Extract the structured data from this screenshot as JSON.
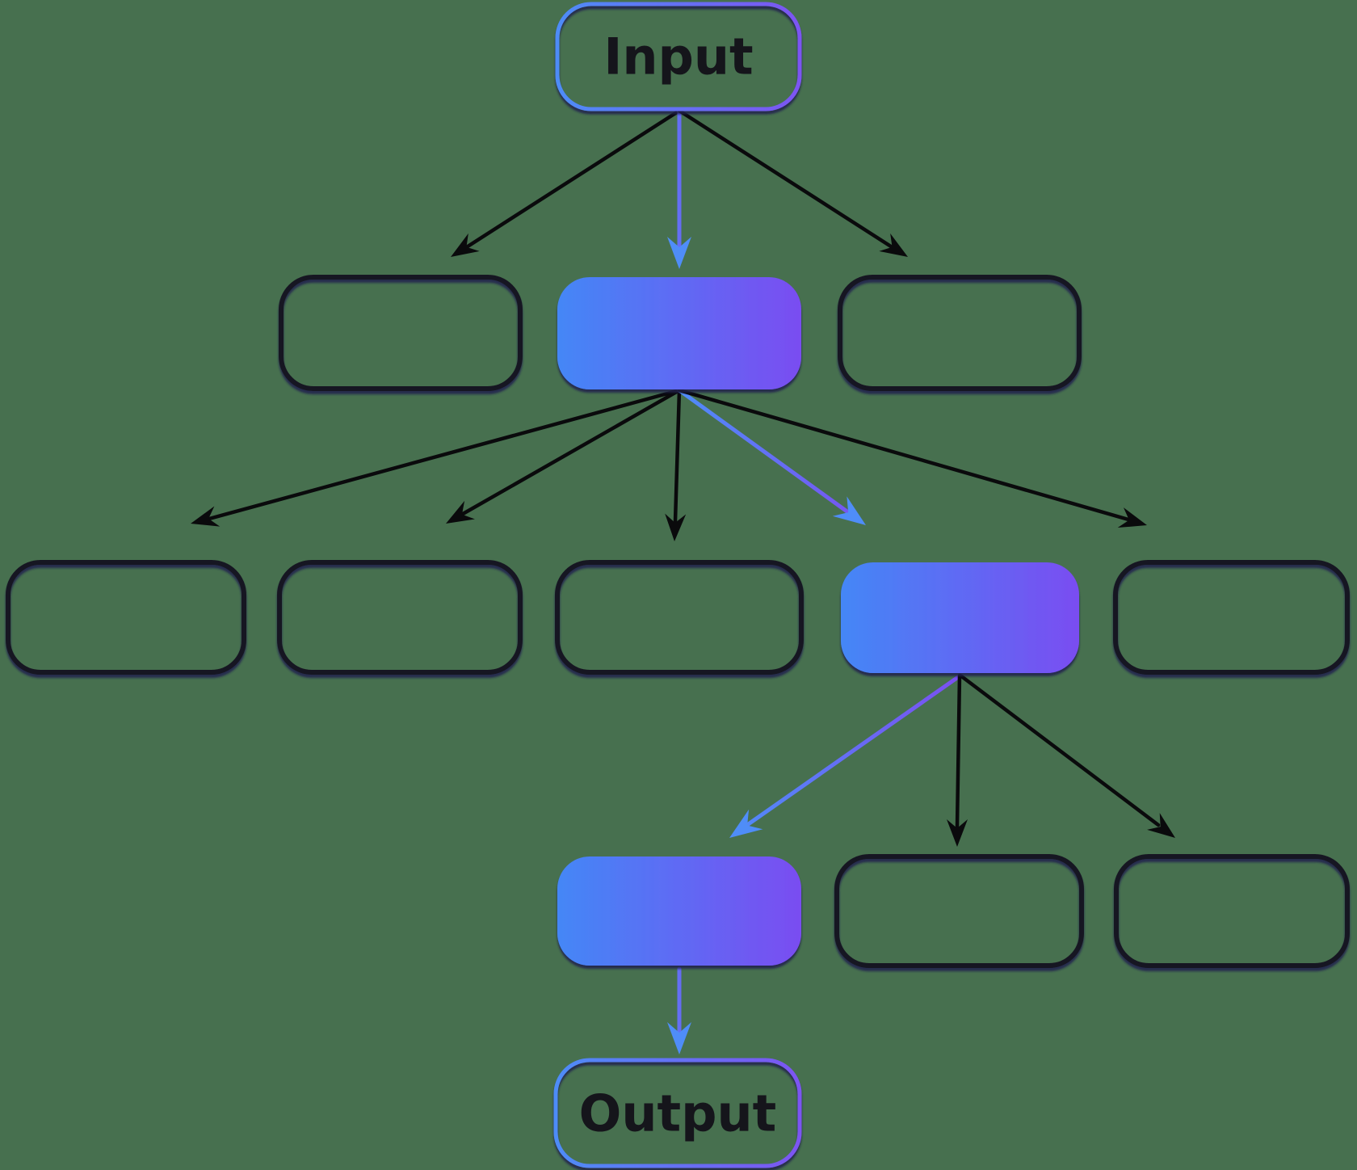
{
  "diagram": {
    "type": "tree-search-flow",
    "input_label": "Input",
    "output_label": "Output",
    "colors": {
      "background": "#47704F",
      "gradient_start": "#4487F6",
      "gradient_end": "#7A4DF1",
      "border_gradient_start": "#4E8CF7",
      "border_gradient_end": "#7C55F2",
      "outline_stroke": "#181820",
      "outline_shadow": "#23234E",
      "arrow_black": "#0A0A0C",
      "arrow_blue_start": "#4F8DF8",
      "arrow_blue_end": "#7B4FF1",
      "label_color": "#15151B"
    },
    "structure": {
      "rows": [
        {
          "row": 1,
          "nodes": [
            "input"
          ]
        },
        {
          "row": 2,
          "nodes": [
            "empty",
            "highlighted",
            "empty"
          ]
        },
        {
          "row": 3,
          "nodes": [
            "empty",
            "empty",
            "empty",
            "highlighted",
            "empty"
          ]
        },
        {
          "row": 4,
          "nodes": [
            "highlighted",
            "empty",
            "empty"
          ]
        },
        {
          "row": 5,
          "nodes": [
            "output"
          ]
        }
      ],
      "edges": {
        "input_to_row2": 3,
        "row2_center_to_row3": 5,
        "row3_highlight_to_row4": 3,
        "row4_highlight_to_output": 1,
        "highlighted_path": [
          "input",
          "row2-center",
          "row3-node4",
          "row4-left",
          "output"
        ]
      }
    }
  }
}
